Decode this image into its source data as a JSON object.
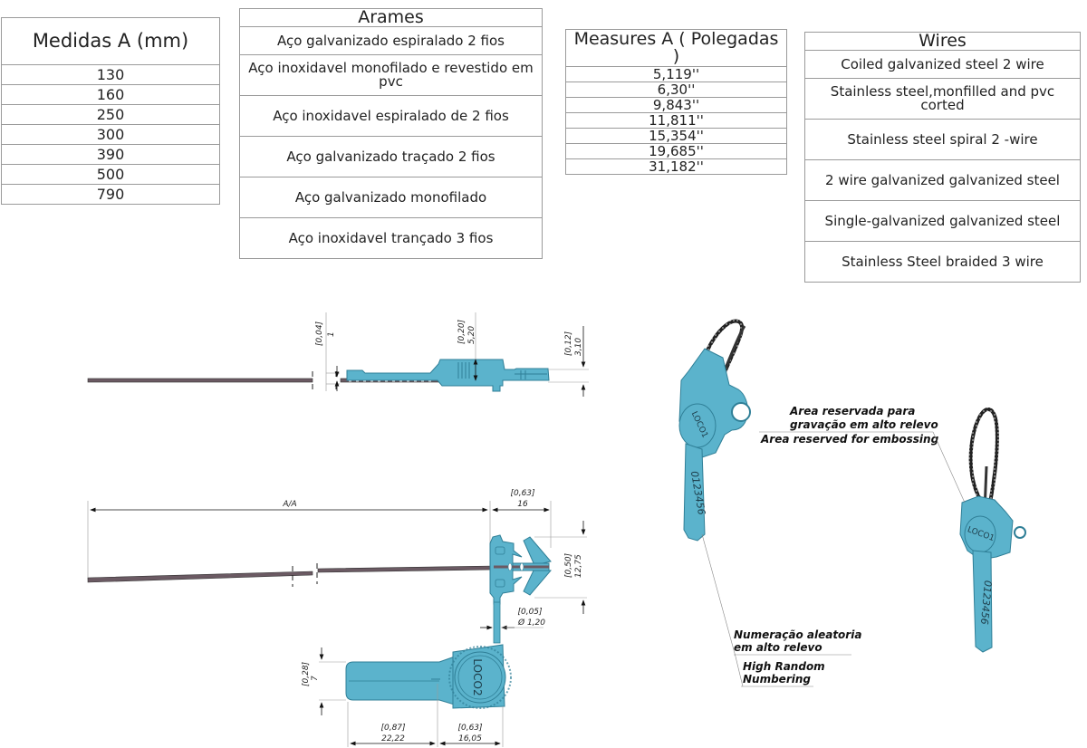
{
  "tables": {
    "medidas_mm": {
      "header": "Medidas A (mm)",
      "rows": [
        "130",
        "160",
        "250",
        "300",
        "390",
        "500",
        "790"
      ]
    },
    "arames": {
      "header": "Arames",
      "rows": [
        "Aço galvanizado espiralado 2 fios",
        "Aço inoxidavel monofilado e revestido em pvc",
        "Aço inoxidavel espiralado de 2 fios",
        "Aço galvanizado traçado 2 fios",
        "Aço galvanizado monofilado",
        "Aço inoxidavel trançado 3 fios"
      ]
    },
    "measures_in": {
      "header": "Measures A ( Polegadas )",
      "rows": [
        "5,119''",
        "6,30''",
        "9,843''",
        "11,811''",
        "15,354''",
        "19,685''",
        "31,182''"
      ]
    },
    "wires": {
      "header": "Wires",
      "rows": [
        "Coiled galvanized steel 2 wire",
        "Stainless steel,monfilled and pvc corted",
        "Stainless steel spiral 2 -wire",
        "2 wire galvanized galvanized steel",
        "Single-galvanized galvanized steel",
        "Stainless Steel braided 3 wire"
      ]
    }
  },
  "dimensions": {
    "top_view": {
      "wire_thickness": {
        "inch": "[0,04]",
        "mm": "1"
      },
      "body_height": {
        "inch": "[0,20]",
        "mm": "5,20"
      },
      "tip_height": {
        "inch": "[0,12]",
        "mm": "3,10"
      }
    },
    "front_view": {
      "length_label": "A/A",
      "head_width": {
        "inch": "[0,63]",
        "mm": "16"
      },
      "head_height": {
        "inch": "[0,50]",
        "mm": "12,75"
      },
      "stem_diameter": {
        "inch": "[0,05]",
        "mm": "Ø 1,20"
      },
      "tab_height": {
        "inch": "[0,28]",
        "mm": "7"
      },
      "tab_length": {
        "inch": "[0,87]",
        "mm": "22,22"
      },
      "disc_width": {
        "inch": "[0,63]",
        "mm": "16,05"
      },
      "disc_label": "LOCO2"
    }
  },
  "annotations": {
    "embossing_pt_1": "Area reservada para",
    "embossing_pt_2": "gravação em alto relevo",
    "embossing_en": "Area reserved for embossing",
    "numbering_pt_1": "Numeração aleatoria",
    "numbering_pt_2": "em alto relevo",
    "numbering_en_1": "High Random",
    "numbering_en_2": "Numbering"
  },
  "iso_views": {
    "left": {
      "brand": "LOCO1",
      "number": "0123456"
    },
    "right": {
      "brand": "LOCO1",
      "number": "0123456"
    }
  },
  "colors": {
    "seal_body": "#5bb3cc",
    "seal_outline": "#2f7f97",
    "wire": "#6b5a63",
    "cable": "#333333",
    "table_border": "#9a9a9a"
  }
}
